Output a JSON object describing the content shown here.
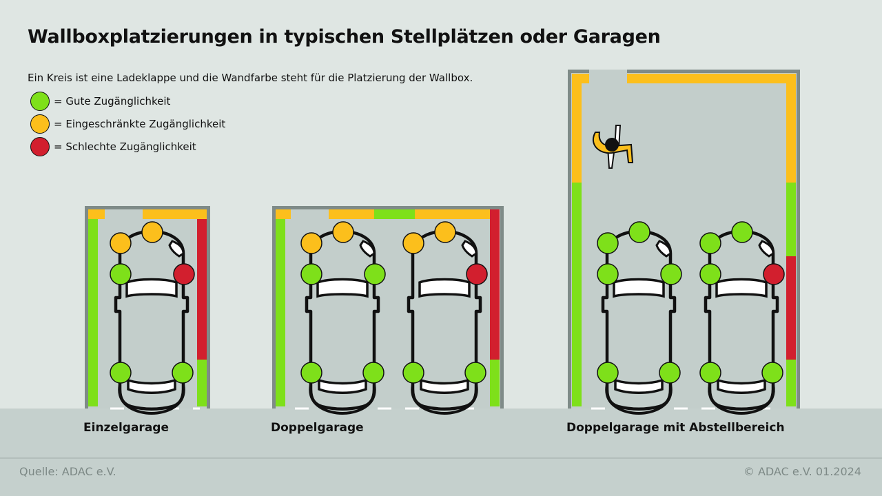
{
  "title": "Wallboxplatzierungen in typischen Stellplätzen oder Garagen",
  "intro": "Ein Kreis ist eine Ladeklappe und die Wandfarbe steht für die Platzierung der Wallbox.",
  "legend": [
    {
      "status": "good",
      "label": "= Gute Zugänglichkeit",
      "color": "#7ee01a"
    },
    {
      "status": "limited",
      "label": "= Eingeschränkte Zugänglichkeit",
      "color": "#fcbf1c"
    },
    {
      "status": "bad",
      "label": "= Schlechte Zugänglichkeit",
      "color": "#d21f2e"
    }
  ],
  "colors": {
    "good": "#7ee01a",
    "limited": "#fcbf1c",
    "bad": "#d21f2e",
    "frame": "#7f8b88",
    "floor": "#c3cecb"
  },
  "garages": [
    {
      "label": "Einzelgarage"
    },
    {
      "label": "Doppelgarage"
    },
    {
      "label": "Doppelgarage mit Abstellbereich"
    }
  ],
  "cars": [
    {
      "charge_ports": {
        "front": "limited",
        "front-left": "limited",
        "left": "good",
        "right": "bad",
        "rear-left": "good",
        "rear-right": "good"
      }
    },
    {
      "charge_ports": {
        "front": "limited",
        "front-left": "limited",
        "left": "good",
        "right": "good",
        "rear-left": "good",
        "rear-right": "good"
      }
    },
    {
      "charge_ports": {
        "front": "limited",
        "front-left": "limited",
        "right": "bad",
        "rear-left": "good",
        "rear-right": "good"
      }
    },
    {
      "charge_ports": {
        "front": "good",
        "front-left": "good",
        "left": "good",
        "right": "good",
        "rear-left": "good",
        "rear-right": "good"
      }
    },
    {
      "charge_ports": {
        "front": "good",
        "front-left": "good",
        "left": "good",
        "right": "bad",
        "rear-left": "good",
        "rear-right": "good"
      }
    }
  ],
  "footer": {
    "source": "Quelle: ADAC e.V.",
    "copyright": "© ADAC e.V. 01.2024"
  }
}
